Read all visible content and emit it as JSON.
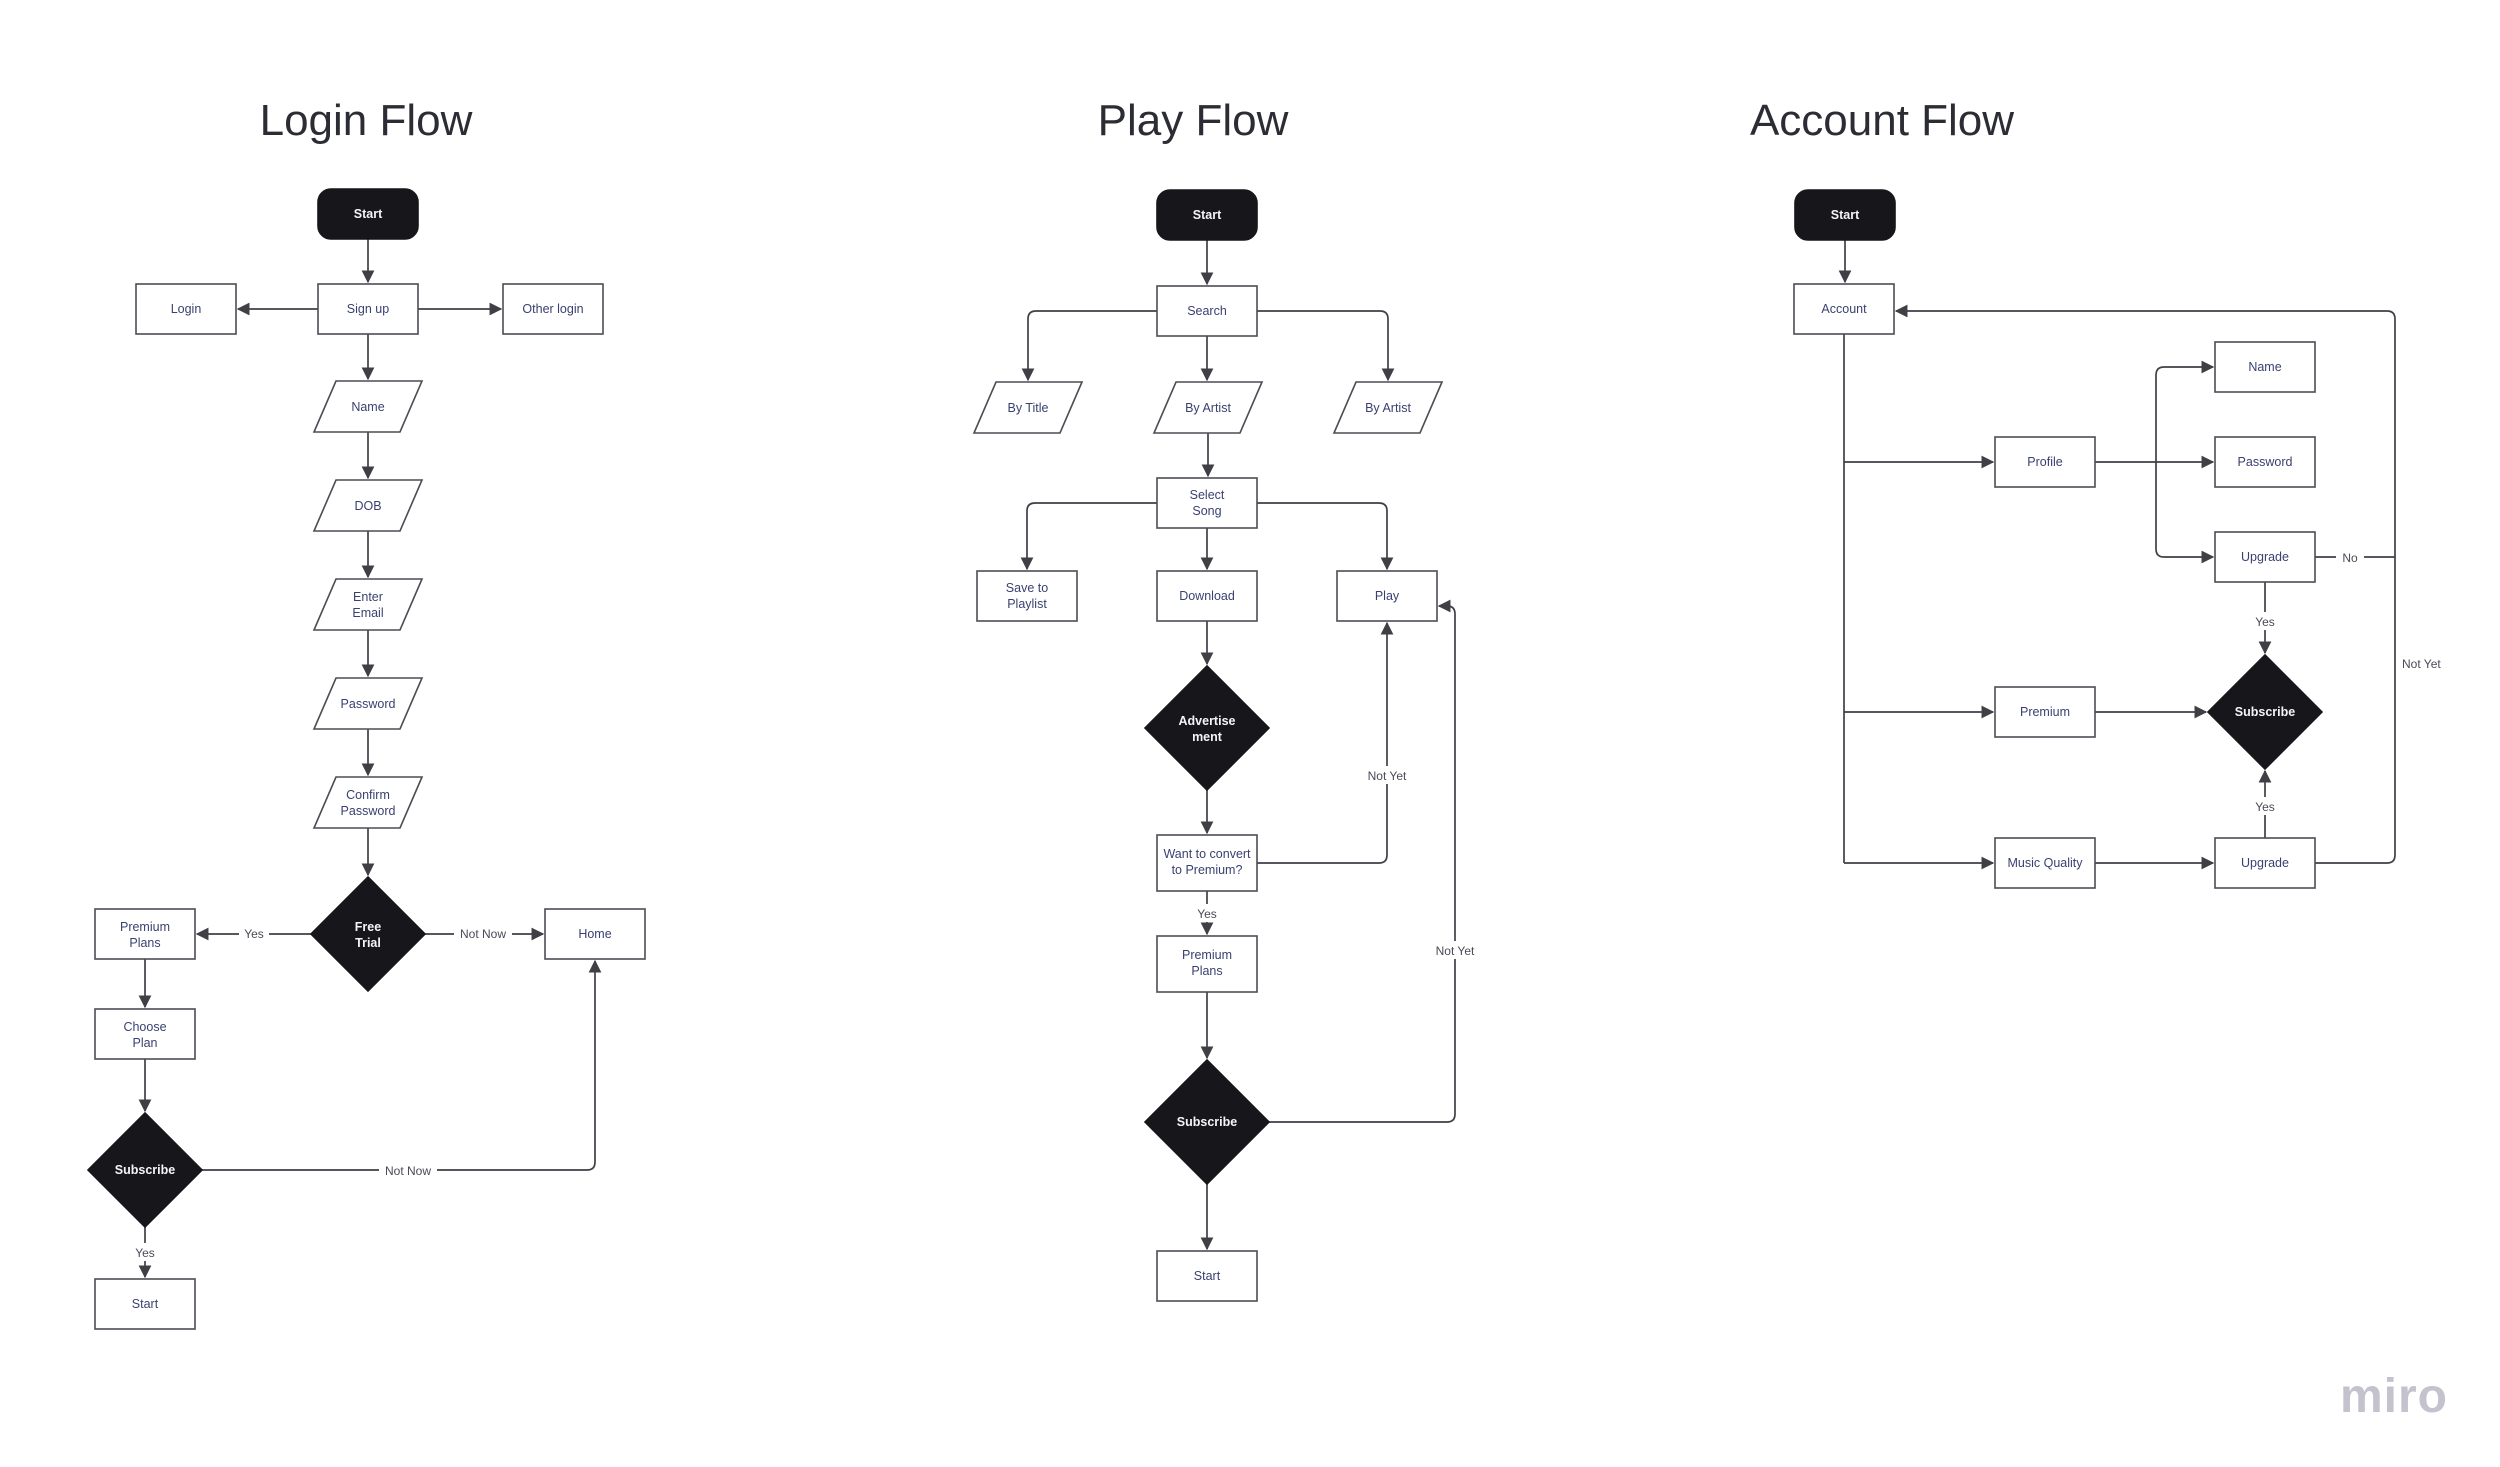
{
  "board": {
    "background": "#ffffff",
    "watermark": "miro"
  },
  "colors": {
    "line": "#3f3f46",
    "shape_border": "#4c4c54",
    "shape_text": "#3a4170",
    "dark_shape_fill": "#17171b",
    "dark_shape_text": "#f5f5f7",
    "title_text": "#2c2c35",
    "edge_label_text": "#4a4a58",
    "watermark_color": "#c4c3cd"
  },
  "flows": {
    "login": {
      "title": "Login Flow",
      "nodes": {
        "start": "Start",
        "login": "Login",
        "sign_up": "Sign up",
        "other_login": "Other login",
        "name": "Name",
        "dob": "DOB",
        "enter_email_l1": "Enter",
        "enter_email_l2": "Email",
        "password": "Password",
        "confirm_password_l1": "Confirm",
        "confirm_password_l2": "Password",
        "free_trial_l1": "Free",
        "free_trial_l2": "Trial",
        "premium_plans_l1": "Premium",
        "premium_plans_l2": "Plans",
        "home": "Home",
        "choose_plan_l1": "Choose",
        "choose_plan_l2": "Plan",
        "subscribe": "Subscribe",
        "start_end": "Start"
      },
      "edge_labels": {
        "free_trial_yes": "Yes",
        "free_trial_not_now": "Not Now",
        "subscribe_yes": "Yes",
        "subscribe_not_now": "Not Now"
      }
    },
    "play": {
      "title": "Play Flow",
      "nodes": {
        "start": "Start",
        "search": "Search",
        "by_title": "By Title",
        "by_artist_mid": "By Artist",
        "by_artist_right": "By Artist",
        "select_song_l1": "Select",
        "select_song_l2": "Song",
        "save_to_playlist_l1": "Save to",
        "save_to_playlist_l2": "Playlist",
        "download": "Download",
        "play": "Play",
        "advertisement_l1": "Advertise",
        "advertisement_l2": "ment",
        "want_convert_l1": "Want to convert",
        "want_convert_l2": "to Premium?",
        "premium_plans_l1": "Premium",
        "premium_plans_l2": "Plans",
        "subscribe": "Subscribe",
        "start_end": "Start"
      },
      "edge_labels": {
        "want_yes": "Yes",
        "want_not_yet": "Not Yet",
        "subscribe_not_yet": "Not Yet"
      }
    },
    "account": {
      "title": "Account Flow",
      "nodes": {
        "start": "Start",
        "account": "Account",
        "profile": "Profile",
        "name": "Name",
        "password": "Password",
        "upgrade_top": "Upgrade",
        "premium": "Premium",
        "subscribe": "Subscribe",
        "music_quality": "Music Quality",
        "upgrade_bottom": "Upgrade"
      },
      "edge_labels": {
        "upgrade_no": "No",
        "upgrade_yes": "Yes",
        "upgrade_bottom_yes": "Yes",
        "not_yet": "Not Yet"
      }
    }
  }
}
